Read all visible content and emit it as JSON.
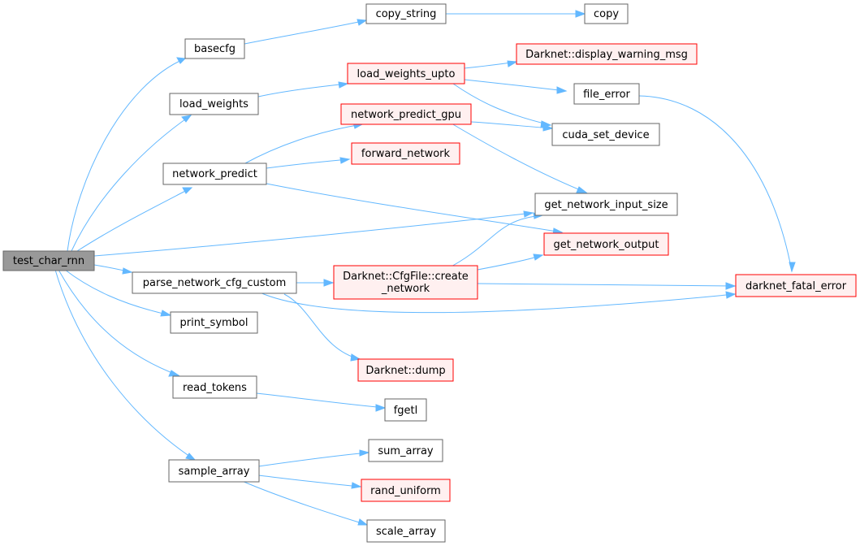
{
  "colors": {
    "edge": "#63b8ff",
    "root_fill": "#999999",
    "root_stroke": "#666666",
    "normal_fill": "#ffffff",
    "normal_stroke": "#666666",
    "truncated_fill": "#fff0f0",
    "truncated_stroke": "#ff0000"
  },
  "nodes": {
    "test_char_rnn": {
      "lines": [
        "test_char_rnn"
      ],
      "style": "root"
    },
    "basecfg": {
      "lines": [
        "basecfg"
      ],
      "style": "normal"
    },
    "copy_string": {
      "lines": [
        "copy_string"
      ],
      "style": "normal"
    },
    "copy": {
      "lines": [
        "copy"
      ],
      "style": "normal"
    },
    "load_weights": {
      "lines": [
        "load_weights"
      ],
      "style": "normal"
    },
    "load_weights_upto": {
      "lines": [
        "load_weights_upto"
      ],
      "style": "truncated"
    },
    "display_warning_msg": {
      "lines": [
        "Darknet::display_warning_msg"
      ],
      "style": "truncated"
    },
    "file_error": {
      "lines": [
        "file_error"
      ],
      "style": "normal"
    },
    "network_predict_gpu": {
      "lines": [
        "network_predict_gpu"
      ],
      "style": "truncated"
    },
    "cuda_set_device": {
      "lines": [
        "cuda_set_device"
      ],
      "style": "normal"
    },
    "network_predict": {
      "lines": [
        "network_predict"
      ],
      "style": "normal"
    },
    "forward_network": {
      "lines": [
        "forward_network"
      ],
      "style": "truncated"
    },
    "get_network_input_size": {
      "lines": [
        "get_network_input_size"
      ],
      "style": "normal"
    },
    "get_network_output": {
      "lines": [
        "get_network_output"
      ],
      "style": "truncated"
    },
    "parse_network_cfg_custom": {
      "lines": [
        "parse_network_cfg_custom"
      ],
      "style": "normal"
    },
    "create_network": {
      "lines": [
        "Darknet::CfgFile::create",
        "_network"
      ],
      "style": "truncated"
    },
    "darknet_fatal_error": {
      "lines": [
        "darknet_fatal_error"
      ],
      "style": "truncated"
    },
    "print_symbol": {
      "lines": [
        "print_symbol"
      ],
      "style": "normal"
    },
    "dump": {
      "lines": [
        "Darknet::dump"
      ],
      "style": "truncated"
    },
    "read_tokens": {
      "lines": [
        "read_tokens"
      ],
      "style": "normal"
    },
    "fgetl": {
      "lines": [
        "fgetl"
      ],
      "style": "normal"
    },
    "sample_array": {
      "lines": [
        "sample_array"
      ],
      "style": "normal"
    },
    "sum_array": {
      "lines": [
        "sum_array"
      ],
      "style": "normal"
    },
    "rand_uniform": {
      "lines": [
        "rand_uniform"
      ],
      "style": "truncated"
    },
    "scale_array": {
      "lines": [
        "scale_array"
      ],
      "style": "normal"
    }
  },
  "edges": [
    [
      "test_char_rnn",
      "basecfg"
    ],
    [
      "basecfg",
      "copy_string"
    ],
    [
      "copy_string",
      "copy"
    ],
    [
      "test_char_rnn",
      "load_weights"
    ],
    [
      "load_weights",
      "load_weights_upto"
    ],
    [
      "load_weights_upto",
      "display_warning_msg"
    ],
    [
      "load_weights_upto",
      "file_error"
    ],
    [
      "load_weights_upto",
      "cuda_set_device"
    ],
    [
      "file_error",
      "darknet_fatal_error"
    ],
    [
      "test_char_rnn",
      "network_predict"
    ],
    [
      "network_predict",
      "network_predict_gpu"
    ],
    [
      "network_predict_gpu",
      "cuda_set_device"
    ],
    [
      "network_predict_gpu",
      "get_network_input_size"
    ],
    [
      "network_predict",
      "forward_network"
    ],
    [
      "network_predict",
      "get_network_output"
    ],
    [
      "test_char_rnn",
      "get_network_input_size"
    ],
    [
      "test_char_rnn",
      "parse_network_cfg_custom"
    ],
    [
      "parse_network_cfg_custom",
      "create_network"
    ],
    [
      "parse_network_cfg_custom",
      "darknet_fatal_error"
    ],
    [
      "parse_network_cfg_custom",
      "dump"
    ],
    [
      "create_network",
      "get_network_input_size"
    ],
    [
      "create_network",
      "get_network_output"
    ],
    [
      "create_network",
      "darknet_fatal_error"
    ],
    [
      "test_char_rnn",
      "print_symbol"
    ],
    [
      "test_char_rnn",
      "read_tokens"
    ],
    [
      "read_tokens",
      "fgetl"
    ],
    [
      "test_char_rnn",
      "sample_array"
    ],
    [
      "sample_array",
      "sum_array"
    ],
    [
      "sample_array",
      "rand_uniform"
    ],
    [
      "sample_array",
      "scale_array"
    ]
  ]
}
